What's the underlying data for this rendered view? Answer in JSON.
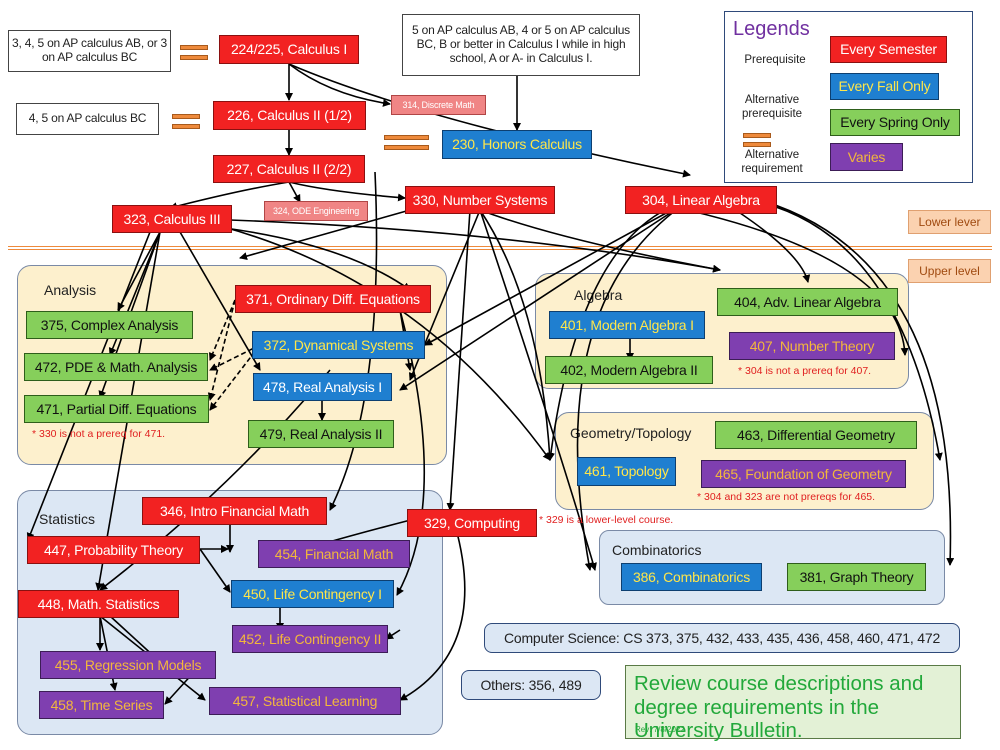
{
  "header_notes": {
    "calc1_credit": "3, 4, 5 on AP calculus AB, or 3 on AP calculus BC",
    "calc2_credit": "4, 5 on AP calculus BC",
    "honors_credit": "5 on AP calculus AB, 4 or 5 on AP calculus BC, B or better in Calculus I while in high school, A or A- in Calculus I."
  },
  "legend": {
    "title": "Legends",
    "prerequisite": "Prerequisite",
    "alt_prerequisite": "Alternative prerequisite",
    "alt_requirement": "Alternative requirement",
    "every_semester": "Every Semester",
    "every_fall": "Every Fall Only",
    "every_spring": "Every Spring Only",
    "varies": "Varies",
    "colors": {
      "semester": "#f22222",
      "fall": "#1f7fd0",
      "spring": "#86cf5b",
      "varies": "#7f3fb0"
    }
  },
  "level_tags": {
    "lower": "Lower lever",
    "upper": "Upper level"
  },
  "regions": {
    "analysis": "Analysis",
    "algebra": "Algebra",
    "geometry": "Geometry/Topology",
    "statistics": "Statistics",
    "combinatorics": "Combinatorics"
  },
  "courses": {
    "c224": "224/225, Calculus I",
    "c226": "226, Calculus II (1/2)",
    "c227": "227, Calculus II (2/2)",
    "c230": "230, Honors Calculus",
    "c314": "314, Discrete Math",
    "c324": "324, ODE Engineering",
    "c323": "323, Calculus III",
    "c330": "330, Number Systems",
    "c304": "304, Linear Algebra",
    "c371": "371, Ordinary Diff. Equations",
    "c375": "375, Complex Analysis",
    "c372": "372, Dynamical Systems",
    "c472": "472, PDE & Math. Analysis",
    "c478": "478, Real Analysis I",
    "c471": "471, Partial Diff. Equations",
    "c479": "479, Real Analysis II",
    "c401": "401, Modern Algebra I",
    "c404": "404, Adv. Linear Algebra",
    "c407": "407, Number Theory",
    "c402": "402, Modern Algebra II",
    "c463": "463, Differential Geometry",
    "c461": "461, Topology",
    "c465": "465, Foundation of Geometry",
    "c346": "346, Intro Financial Math",
    "c329": "329, Computing",
    "c447": "447, Probability Theory",
    "c454": "454, Financial Math",
    "c448": "448, Math. Statistics",
    "c450": "450, Life Contingency I",
    "c452": "452, Life Contingency II",
    "c455": "455, Regression Models",
    "c458": "458, Time Series",
    "c457": "457, Statistical Learning",
    "c386": "386, Combinatorics",
    "c381": "381, Graph Theory"
  },
  "notes": {
    "n471": "* 330 is not a prereq for 471.",
    "n407": "* 304 is not a prereq for 407.",
    "n465": "* 304 and 323 are not prereqs for 465.",
    "n329": "* 329 is a lower-level course."
  },
  "others": {
    "cs": "Computer Science: CS 373, 375, 432, 433, 435, 436, 458, 460, 471, 472",
    "other": "Others: 356, 489"
  },
  "review": {
    "text": "Review course descriptions and degree requirements in the University Bulletin.",
    "rev": "Rev: 7/8/2022"
  }
}
